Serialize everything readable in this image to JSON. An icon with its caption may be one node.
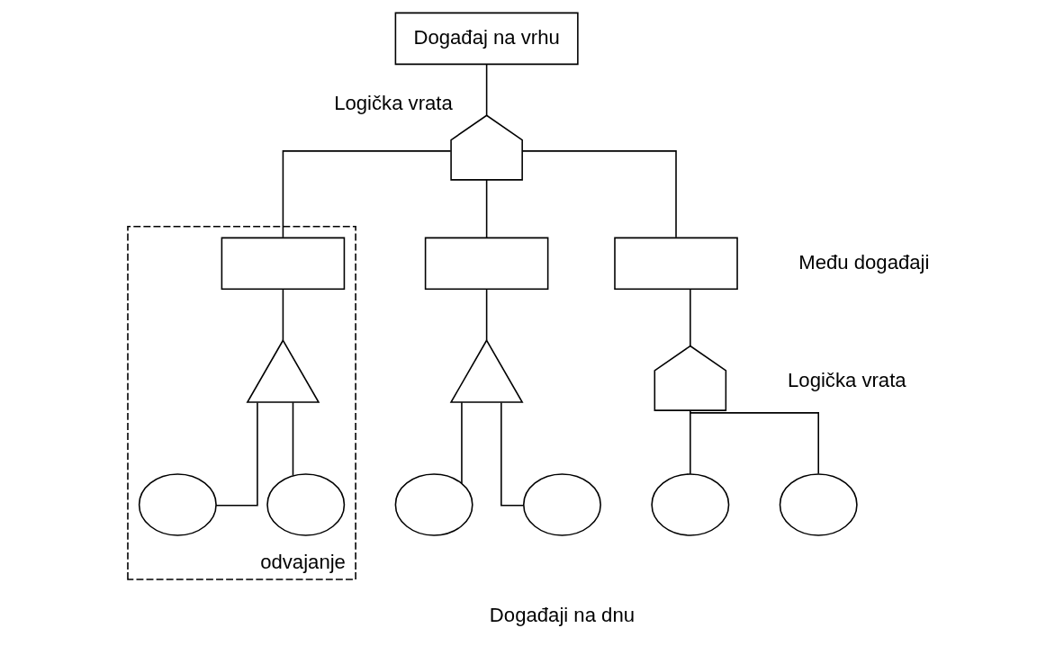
{
  "diagram": {
    "nodes": [
      {
        "text": [
          "Događaj na vrhu"
        ]
      },
      {
        "text": [],
        "shape": "gate",
        "beside": [
          "Logička vrata"
        ]
      },
      {
        "text": [],
        "shape": "box"
      },
      {
        "text": [],
        "shape": "box"
      },
      {
        "text": [
          "odvajanje"
        ]
      },
      {
        "text": [],
        "shape": "box",
        "in": 4
      },
      {
        "text": [],
        "shape": "gate"
      },
      {
        "text": [],
        "shape": "gate"
      },
      {
        "text": [],
        "shape": "gate",
        "in": 4
      },
      {
        "text": [],
        "shape": "circle"
      },
      {
        "text": [],
        "shape": "circle"
      },
      {
        "text": [],
        "shape": "circle"
      },
      {
        "text": [],
        "shape": "circle"
      },
      {
        "text": [],
        "shape": "circle",
        "in": 4
      },
      {
        "text": [],
        "shape": "circle",
        "in": 4
      }
    ],
    "edges": [
      {
        "from": 0,
        "to": 1,
        "arrow": "none"
      },
      {
        "from": 1,
        "to": 2,
        "arrow": "none"
      },
      {
        "from": 1,
        "to": 3,
        "arrow": "none"
      },
      {
        "from": 1,
        "to": 5,
        "arrow": "none"
      },
      {
        "from": 2,
        "to": 6,
        "arrow": "none"
      },
      {
        "from": 3,
        "to": 7,
        "arrow": "none"
      },
      {
        "from": 5,
        "to": 8,
        "arrow": "none"
      },
      {
        "from": 6,
        "to": 9,
        "arrow": "none"
      },
      {
        "from": 6,
        "to": 10,
        "arrow": "none"
      },
      {
        "from": 7,
        "to": 11,
        "arrow": "none"
      },
      {
        "from": 7,
        "to": 12,
        "arrow": "none"
      },
      {
        "from": 8,
        "to": 13,
        "arrow": "none"
      },
      {
        "from": 8,
        "to": 14,
        "arrow": "none"
      }
    ],
    "labels": [
      "Među događaji",
      "Logička vrata",
      "Događaji na dnu"
    ]
  }
}
